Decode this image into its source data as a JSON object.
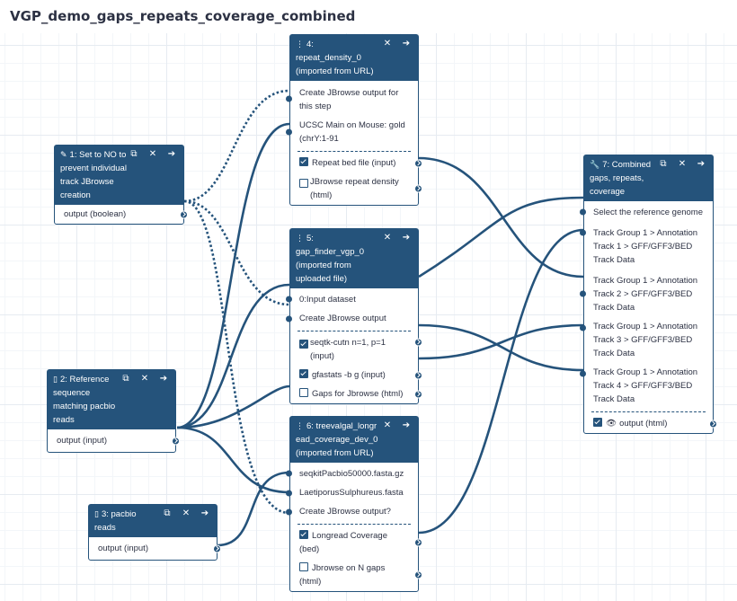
{
  "workflow_title": "VGP_demo_gaps_repeats_coverage_combined",
  "header_icons": {
    "copy": "⧉",
    "close": "✕",
    "arrow": "➔"
  },
  "nodes": {
    "n1": {
      "title": "1: Set to NO to prevent individual track JBrowse creation",
      "output": "output (boolean)"
    },
    "n2": {
      "title": "2: Reference sequence matching pacbio reads",
      "output": "output (input)"
    },
    "n3": {
      "title": "3: pacbio reads",
      "output": "output (input)"
    },
    "n4": {
      "title": "4: repeat_density_0 (imported from URL)",
      "inputs": [
        "Create JBrowse output for this step",
        "UCSC Main on Mouse: gold (chrY:1-91"
      ],
      "outputs": [
        {
          "label": "Repeat bed file (input)",
          "checked": true
        },
        {
          "label": "JBrowse repeat density (html)",
          "checked": false
        }
      ]
    },
    "n5": {
      "title": "5: gap_finder_vgp_0 (imported from uploaded file)",
      "inputs": [
        "0:Input dataset",
        "Create JBrowse output"
      ],
      "outputs": [
        {
          "label": "seqtk-cutn n=1, p=1 (input)",
          "checked": true
        },
        {
          "label": "gfastats -b g (input)",
          "checked": true
        },
        {
          "label": "Gaps for Jbrowse (html)",
          "checked": false
        }
      ]
    },
    "n6": {
      "title": "6: treevalgal_longread_coverage_dev_0 (imported from URL)",
      "inputs": [
        "seqkitPacbio50000.fasta.gz",
        "LaetiporusSulphureus.fasta",
        "Create JBrowse output?"
      ],
      "outputs": [
        {
          "label": "Longread Coverage (bed)",
          "checked": true
        },
        {
          "label": "Jbrowse on N gaps (html)",
          "checked": false
        }
      ]
    },
    "n7": {
      "title": "7: Combined gaps, repeats, coverage",
      "inputs": [
        "Select the reference genome",
        "Track Group 1 > Annotation Track 1 > GFF/GFF3/BED Track Data",
        "Track Group 1 > Annotation Track 2 > GFF/GFF3/BED Track Data",
        "Track Group 1 > Annotation Track 3 > GFF/GFF3/BED Track Data",
        "Track Group 1 > Annotation Track 4 > GFF/GFF3/BED Track Data"
      ],
      "output": "output (html)"
    }
  },
  "colors": {
    "header": "#25537b",
    "wire": "#25537b",
    "title": "#2c3143"
  }
}
